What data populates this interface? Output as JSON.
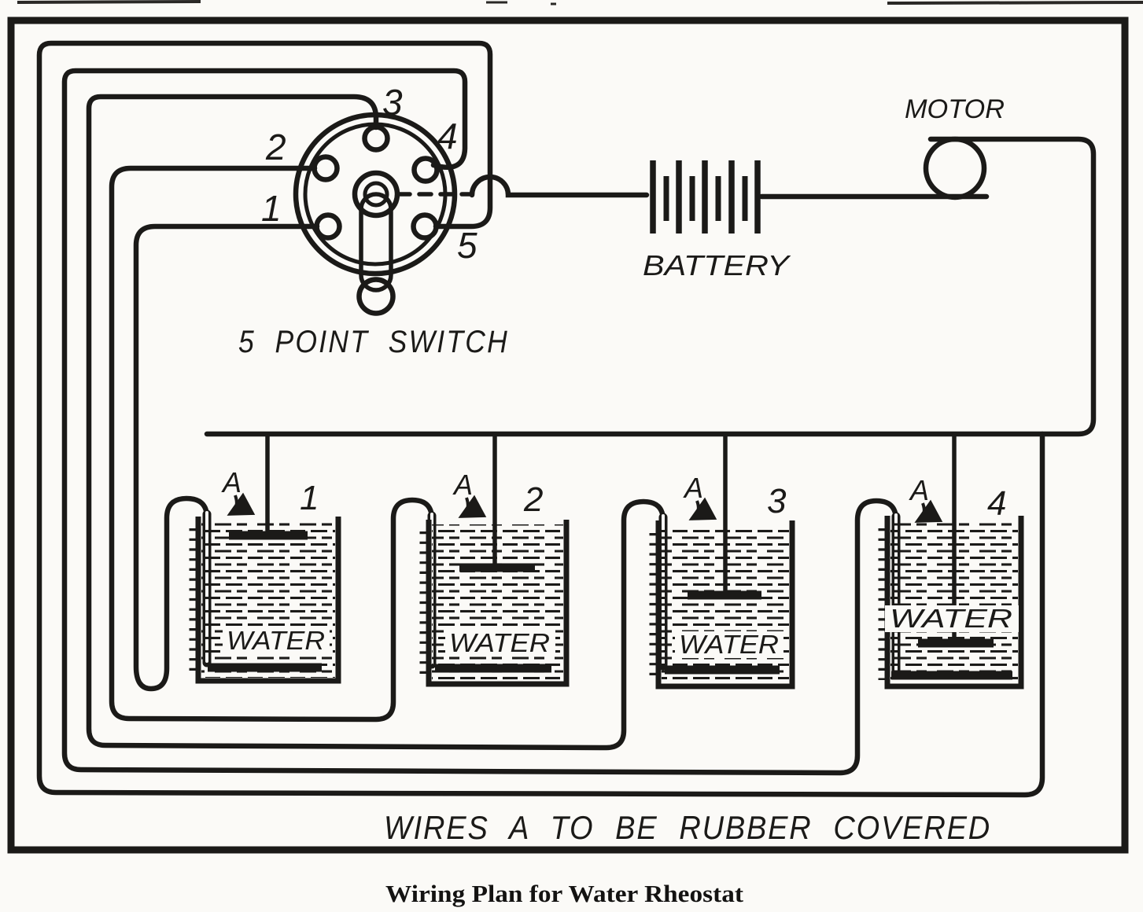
{
  "figure": {
    "caption": "Wiring Plan for Water Rheostat",
    "note": "WIRES A TO BE RUBBER COVERED"
  },
  "components": {
    "motor_label": "MOTOR",
    "battery_label": "BATTERY",
    "switch_label": "5 POINT SWITCH",
    "switch_points": [
      "1",
      "2",
      "3",
      "4",
      "5"
    ]
  },
  "tanks": [
    {
      "number": "1",
      "water_label": "WATER",
      "wire_label": "A"
    },
    {
      "number": "2",
      "water_label": "WATER",
      "wire_label": "A"
    },
    {
      "number": "3",
      "water_label": "WATER",
      "wire_label": "A"
    },
    {
      "number": "4",
      "water_label": "WATER",
      "wire_label": "A"
    }
  ],
  "colors": {
    "ink": "#1b1a18",
    "paper": "#fbfaf7"
  }
}
